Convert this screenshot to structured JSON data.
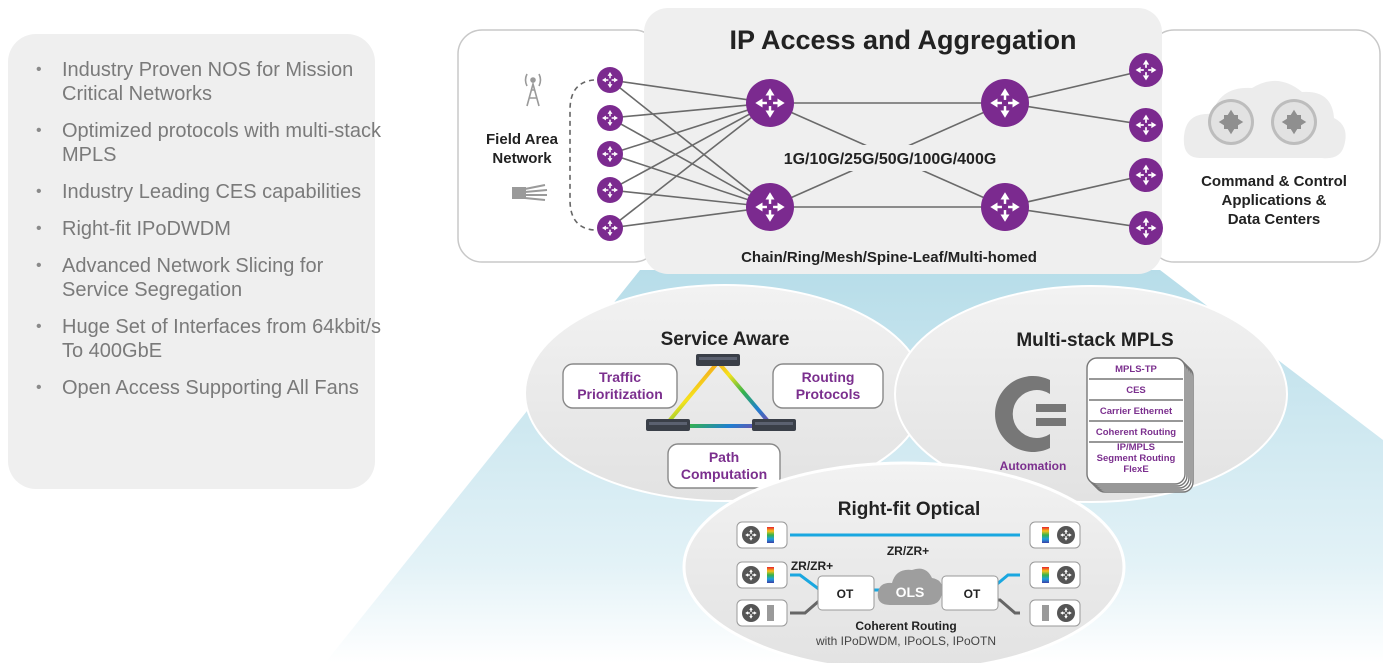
{
  "features": [
    "Industry Proven NOS for Mission Critical Networks",
    "Optimized protocols with multi-stack MPLS",
    "Industry Leading CES capabilities",
    "Right-fit IPoDWDM",
    "Advanced Network Slicing for Service Segregation",
    "Huge Set of Interfaces from 64kbit/s To 400GbE",
    "Open Access Supporting All Fans"
  ],
  "top": {
    "title": "IP Access and Aggregation",
    "speeds": "1G/10G/25G/50G/100G/400G",
    "topologies": "Chain/Ring/Mesh/Spine-Leaf/Multi-homed",
    "field_area_line1": "Field Area",
    "field_area_line2": "Network",
    "command_line1": "Command & Control",
    "command_line2": "Applications &",
    "command_line3": "Data Centers"
  },
  "service_aware": {
    "title": "Service Aware",
    "traffic_line1": "Traffic",
    "traffic_line2": "Prioritization",
    "routing_line1": "Routing",
    "routing_line2": "Protocols",
    "path_line1": "Path",
    "path_line2": "Computation"
  },
  "mpls": {
    "title": "Multi-stack MPLS",
    "automation": "Automation",
    "stack": [
      "MPLS-TP",
      "CES",
      "Carrier Ethernet",
      "Coherent Routing"
    ],
    "stack_bottom": [
      "IP/MPLS",
      "Segment Routing",
      "FlexE"
    ]
  },
  "optical": {
    "title": "Right-fit Optical",
    "zr_top": "ZR/ZR+",
    "zr_left": "ZR/ZR+",
    "ot": "OT",
    "ols": "OLS",
    "coherent": "Coherent Routing",
    "coherent_sub": "with IPoDWDM, IPoOLS, IPoOTN"
  },
  "colors": {
    "router": "#7b2a8f",
    "accent_text": "#7b2f8e",
    "link": "#6a6a6a",
    "optical_blue": "#1aa7e0",
    "panel_bg": "#efefef",
    "wedge": "#bfe3ee"
  }
}
